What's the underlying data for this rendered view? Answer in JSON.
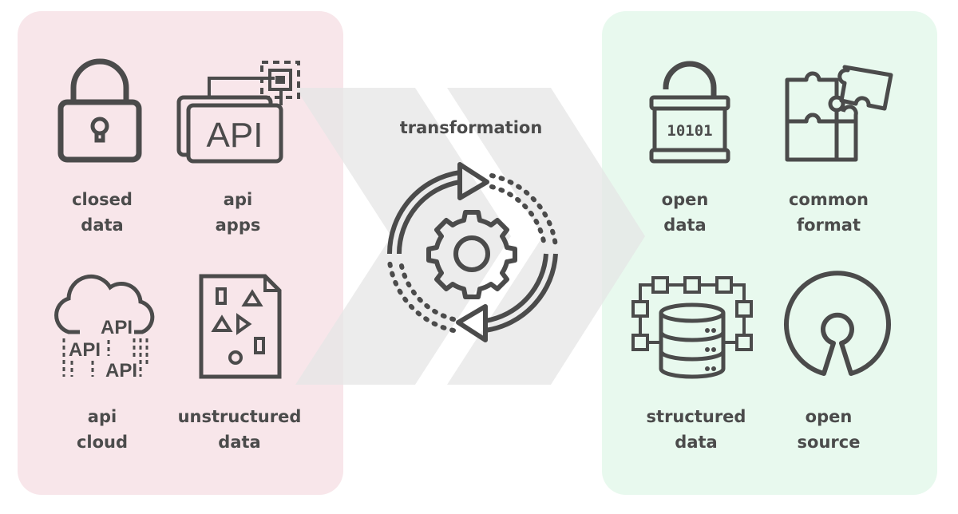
{
  "title": "transformation",
  "colors": {
    "icon": "#4b4b4b",
    "left_panel": "#f8e6ea",
    "right_panel": "#e8f9ee",
    "chevron": "#e6e6e6"
  },
  "left_items": [
    {
      "icon": "padlock-closed-icon",
      "line1": "closed",
      "line2": "data"
    },
    {
      "icon": "api-apps-icon",
      "line1": "api",
      "line2": "apps",
      "icon_text": "API"
    },
    {
      "icon": "api-cloud-icon",
      "line1": "api",
      "line2": "cloud",
      "icon_text": "API"
    },
    {
      "icon": "unstructured-document-icon",
      "line1": "unstructured",
      "line2": "data"
    }
  ],
  "right_items": [
    {
      "icon": "padlock-open-icon",
      "line1": "open",
      "line2": "data",
      "icon_text": "10101"
    },
    {
      "icon": "puzzle-icon",
      "line1": "common",
      "line2": "format"
    },
    {
      "icon": "database-tree-icon",
      "line1": "structured",
      "line2": "data"
    },
    {
      "icon": "open-source-icon",
      "line1": "open",
      "line2": "source"
    }
  ],
  "center_icon": "cycle-gear-icon"
}
